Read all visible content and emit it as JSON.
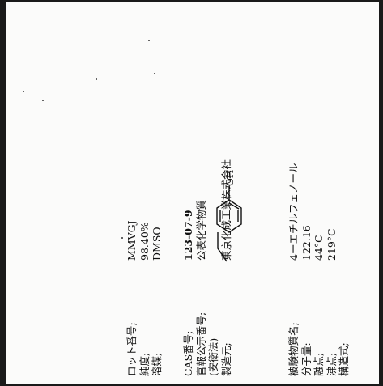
{
  "block1": {
    "labels": [
      "被験物質名;",
      "分子量:",
      "融点;",
      "沸点;",
      "構造式;"
    ],
    "values": [
      "4ーエチルフェノール",
      "122.16",
      "44°C",
      "219°C"
    ]
  },
  "structure_label": "OH",
  "block2": {
    "labels": [
      "CAS番号;",
      "官報公示番号;",
      "(安衛法)",
      "製造元;"
    ],
    "values": [
      "123-07-9",
      "公表化学物質",
      "",
      "東京化成工業株式会社"
    ]
  },
  "block3": {
    "labels": [
      "ロット番号;",
      "純度;",
      "溶媒;"
    ],
    "values": [
      "MMVGJ",
      "98.40%",
      "DMSO"
    ]
  },
  "icons": {
    "structure": "4-ethylphenol-structure-icon"
  }
}
